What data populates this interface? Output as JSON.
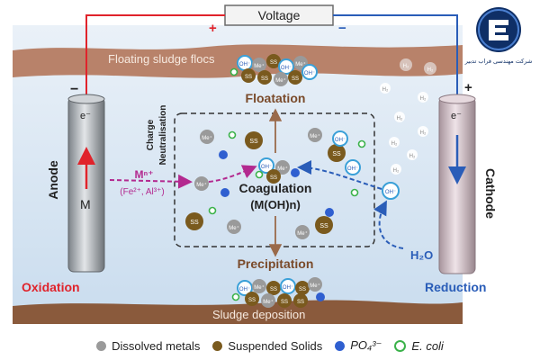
{
  "power_supply": {
    "label": "Voltage",
    "anode_sign": "+",
    "cathode_sign": "−"
  },
  "anode": {
    "label": "Anode",
    "sign": "−",
    "electron": "e⁻",
    "metal": "M"
  },
  "cathode": {
    "label": "Cathode",
    "sign": "+",
    "electron": "e⁻"
  },
  "layers": {
    "top": "Floating  sludge flocs",
    "bottom": "Sludge deposition"
  },
  "process": {
    "oxidation": "Oxidation",
    "reduction": "Reduction",
    "floatation": "Floatation",
    "precipitation": "Precipitation",
    "coagulation": "Coagulation",
    "hydroxide": "(M(OH)n)",
    "charge_neutralisation": [
      "Charge",
      "Neutralisation"
    ],
    "metal_ion": "Mⁿ⁺",
    "metal_ion_examples": "(Fe²⁺, Al³⁺)",
    "water": "H₂O"
  },
  "particle_labels": {
    "suspended_solid": "SS",
    "metal_ion": "Me⁺",
    "hydroxide": "OH⁻",
    "hydrogen": "H₂"
  },
  "legend": [
    {
      "label": "Dissolved metals",
      "color": "#9a9a9a",
      "style": "fill"
    },
    {
      "label": "Suspended Solids",
      "color": "#7a5a1e",
      "style": "fill"
    },
    {
      "label": "PO₄³⁻",
      "color": "#2f5fd0",
      "style": "fill",
      "italic": true
    },
    {
      "label": "E. coli",
      "color": "#3bb24a",
      "style": "ring",
      "italic": true
    }
  ],
  "logo": {
    "text": "شرکت مهندسی فراب تدبیر",
    "icon": "company-logo"
  },
  "colors": {
    "anode_wire": "#e0232b",
    "cathode_wire": "#2a5db8",
    "metal_arrow": "#b3298f",
    "water_arrow": "#2a5db8",
    "accent_red": "#e0232b",
    "accent_blue": "#2a5db8",
    "process_text": "#7a4a2a",
    "sludge": "#8a5a3c",
    "water": "#dfe9f3"
  }
}
